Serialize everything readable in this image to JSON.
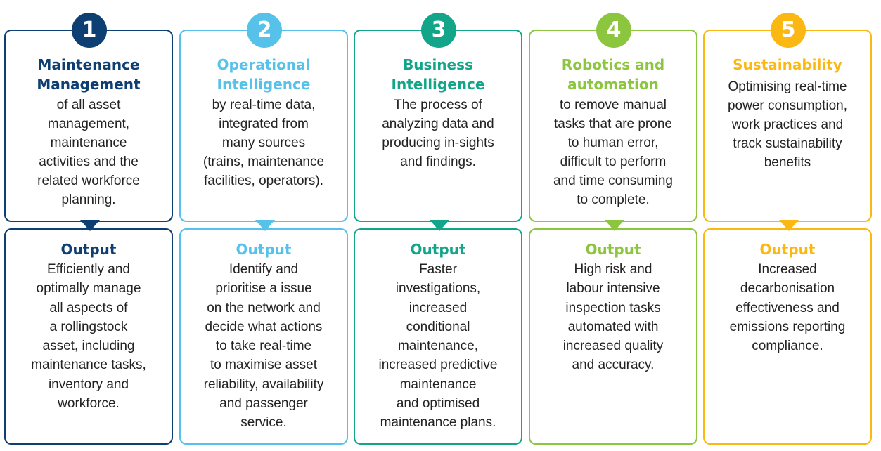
{
  "colors": {
    "col1": "#0e3f73",
    "col2": "#56c2ea",
    "col3": "#13a58a",
    "col4": "#8cc63f",
    "col5": "#fbb813"
  },
  "columns": [
    {
      "number": "1",
      "title": [
        "Maintenance",
        "Management"
      ],
      "description": [
        "of all asset",
        "management,",
        "maintenance",
        "activities and the",
        "related workforce",
        "planning."
      ],
      "output_label": "Output",
      "output": [
        "Efficiently and",
        "optimally manage",
        "all aspects of",
        "a rollingstock",
        "asset, including",
        "maintenance tasks,",
        "inventory and",
        "workforce."
      ]
    },
    {
      "number": "2",
      "title": [
        "Operational",
        "Intelligence"
      ],
      "description": [
        "by real-time data,",
        "integrated from",
        "many sources",
        "(trains, maintenance",
        "facilities, operators)."
      ],
      "output_label": "Output",
      "output": [
        "Identify and",
        "prioritise a issue",
        "on the network and",
        "decide what actions",
        "to take real-time",
        "to maximise asset",
        "reliability, availability",
        "and passenger",
        "service."
      ]
    },
    {
      "number": "3",
      "title": [
        "Business",
        "Intelligence"
      ],
      "description": [
        "The process of",
        "analyzing data and",
        "producing in-sights",
        "and findings."
      ],
      "output_label": "Output",
      "output": [
        "Faster",
        "investigations,",
        "increased",
        "conditional",
        "maintenance,",
        "increased predictive",
        "maintenance",
        "and optimised",
        "maintenance plans."
      ]
    },
    {
      "number": "4",
      "title": [
        "Robotics and",
        "automation"
      ],
      "description": [
        "to remove manual",
        "tasks that are prone",
        "to human error,",
        "difficult to perform",
        "and time consuming",
        "to complete."
      ],
      "output_label": "Output",
      "output": [
        "High risk and",
        "labour intensive",
        "inspection tasks",
        "automated with",
        "increased quality",
        "and accuracy."
      ]
    },
    {
      "number": "5",
      "title": [
        "Sustainability"
      ],
      "description": [
        "Optimising real-time",
        "power consumption,",
        "work practices and",
        "track sustainability",
        "benefits"
      ],
      "output_label": "Output",
      "output": [
        "Increased",
        "decarbonisation",
        "effectiveness and",
        "emissions reporting",
        "compliance."
      ]
    }
  ]
}
